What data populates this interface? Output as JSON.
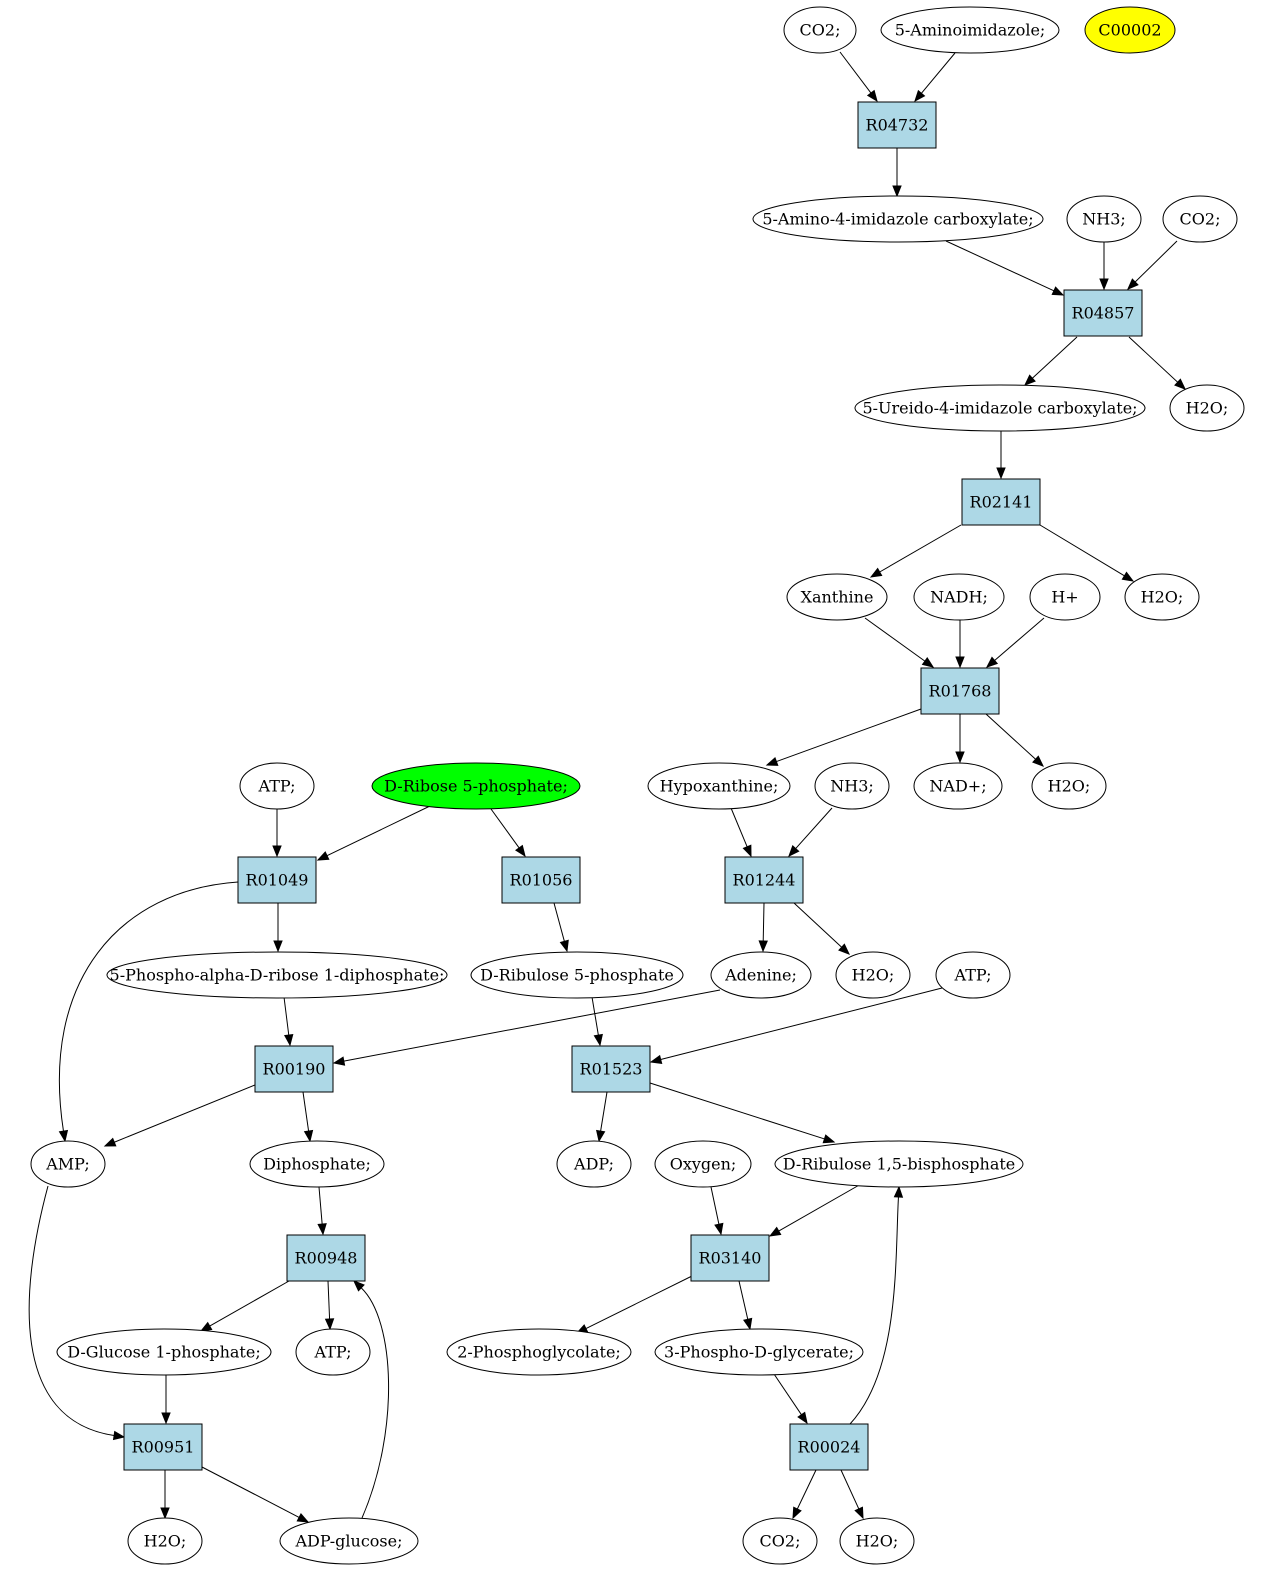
{
  "colors": {
    "reaction_fill": "#add8e6",
    "compound_fill": "#ffffff",
    "highlight_green": "#00ff00",
    "highlight_yellow": "#ffff00",
    "stroke": "#000000"
  },
  "reactions": {
    "R04732": "R04732",
    "R04857": "R04857",
    "R02141": "R02141",
    "R01768": "R01768",
    "R01049": "R01049",
    "R01056": "R01056",
    "R01244": "R01244",
    "R00190": "R00190",
    "R01523": "R01523",
    "R00948": "R00948",
    "R03140": "R03140",
    "R00951": "R00951",
    "R00024": "R00024"
  },
  "compounds": {
    "co2_a": "CO2;",
    "aminoimidazole": "5-Aminoimidazole;",
    "c00002": "C00002",
    "amino_imid_carbox": "5-Amino-4-imidazole carboxylate;",
    "nh3_a": "NH3;",
    "co2_b": "CO2;",
    "ureido_imid_carbox": "5-Ureido-4-imidazole carboxylate;",
    "h2o_a": "H2O;",
    "xanthine": "Xanthine",
    "nadh": "NADH;",
    "hplus": "H+",
    "h2o_b": "H2O;",
    "atp_a": "ATP;",
    "ribose5p": "D-Ribose 5-phosphate;",
    "hypoxanthine": "Hypoxanthine;",
    "nh3_b": "NH3;",
    "nadplus": "NAD+;",
    "h2o_c": "H2O;",
    "prpp": "5-Phospho-alpha-D-ribose 1-diphosphate;",
    "ribulose5p": "D-Ribulose 5-phosphate",
    "adenine": "Adenine;",
    "h2o_d": "H2O;",
    "atp_b": "ATP;",
    "amp": "AMP;",
    "diphosphate": "Diphosphate;",
    "adp": "ADP;",
    "oxygen": "Oxygen;",
    "rubp": "D-Ribulose 1,5-bisphosphate",
    "glucose1p": "D-Glucose 1-phosphate;",
    "atp_c": "ATP;",
    "phosphoglycolate": "2-Phosphoglycolate;",
    "phosphoglycerate": "3-Phospho-D-glycerate;",
    "h2o_e": "H2O;",
    "adpglucose": "ADP-glucose;",
    "co2_c": "CO2;",
    "h2o_f": "H2O;"
  }
}
